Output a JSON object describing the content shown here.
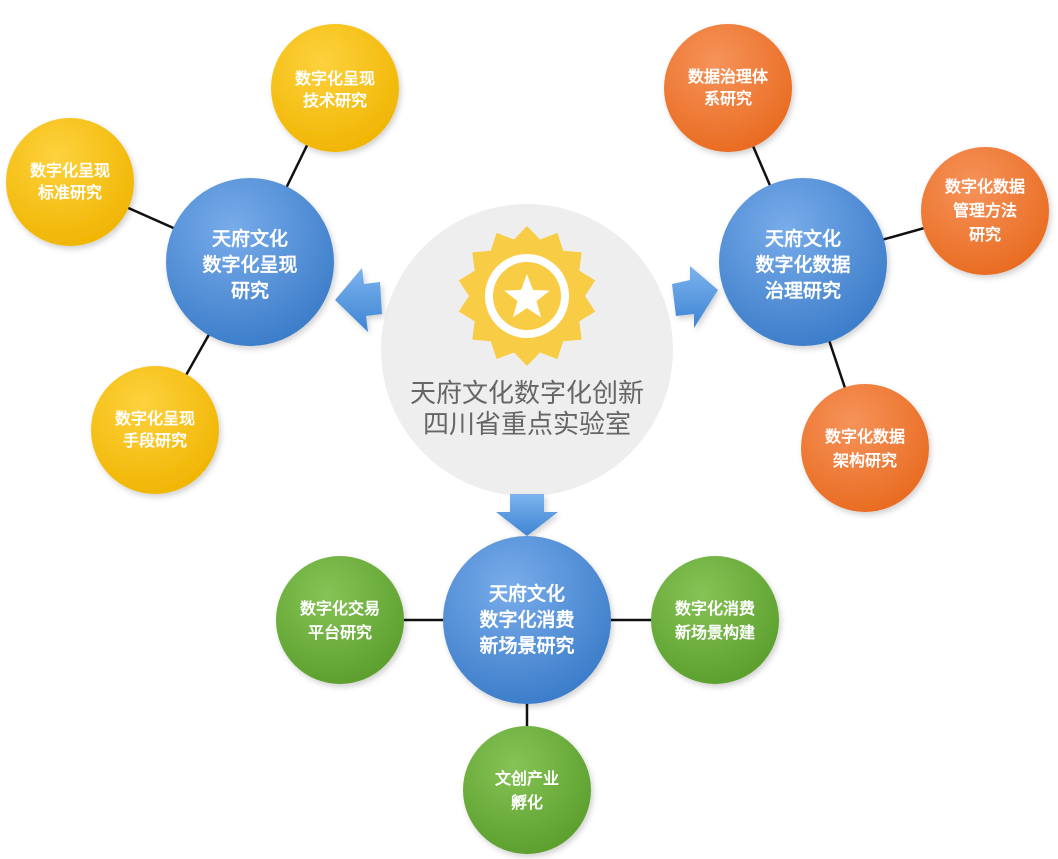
{
  "center": {
    "title_lines": [
      "天府文化数字化创新",
      "四川省重点实验室"
    ],
    "icon": "badge-star-icon"
  },
  "hubs": [
    {
      "id": "presentation",
      "lines": [
        "天府文化",
        "数字化呈现",
        "研究"
      ],
      "satellites": [
        {
          "lines": [
            "数字化呈现",
            "技术研究"
          ]
        },
        {
          "lines": [
            "数字化呈现",
            "标准研究"
          ]
        },
        {
          "lines": [
            "数字化呈现",
            "手段研究"
          ]
        }
      ]
    },
    {
      "id": "data-governance",
      "lines": [
        "天府文化",
        "数字化数据",
        "治理研究"
      ],
      "satellites": [
        {
          "lines": [
            "数据治理体",
            "系研究"
          ]
        },
        {
          "lines": [
            "数字化数据",
            "管理方法",
            "研究"
          ]
        },
        {
          "lines": [
            "数字化数据",
            "架构研究"
          ]
        }
      ]
    },
    {
      "id": "consumption",
      "lines": [
        "天府文化",
        "数字化消费",
        "新场景研究"
      ],
      "satellites": [
        {
          "lines": [
            "数字化交易",
            "平台研究"
          ]
        },
        {
          "lines": [
            "数字化消费",
            "新场景构建"
          ]
        },
        {
          "lines": [
            "文创产业",
            "孵化"
          ]
        }
      ]
    }
  ],
  "colors": {
    "hub_blue": "#4f8fd6",
    "yellow": "#f6c01b",
    "orange": "#ef7a32",
    "green": "#6daf3c",
    "center_bg": "#eeeeee",
    "badge": "#f9cc45"
  }
}
